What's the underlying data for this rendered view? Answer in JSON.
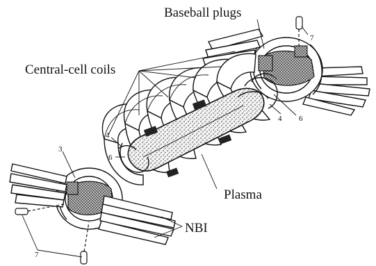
{
  "labels": {
    "baseball_plugs": "Baseball plugs",
    "central_cell_coils": "Central-cell coils",
    "plasma": "Plasma",
    "nbi": "NBI",
    "num_3": "3",
    "num_4_left": "4",
    "num_4_right": "4",
    "num_6_left": "6",
    "num_6_right": "6",
    "num_7_top": "7",
    "num_7_bottom": "7"
  },
  "colors": {
    "ink": "#111111",
    "background": "#ffffff"
  }
}
